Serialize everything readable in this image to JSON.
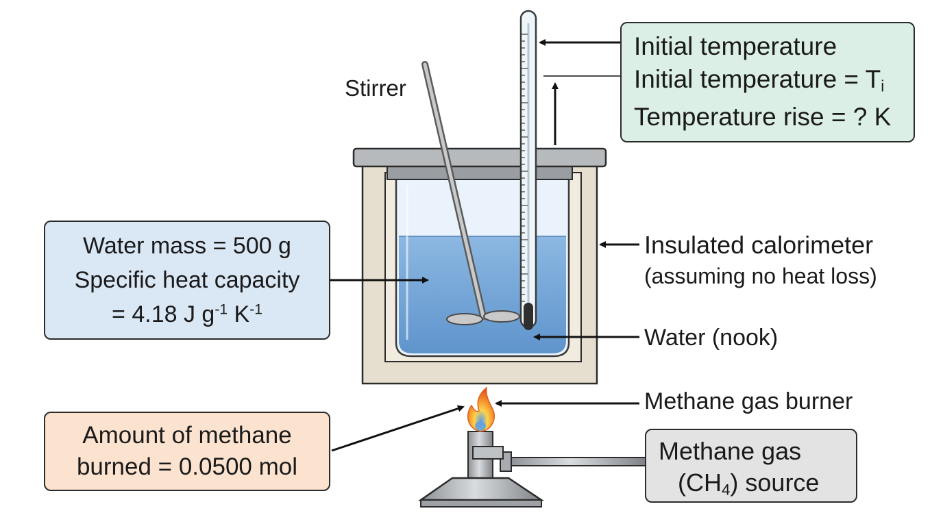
{
  "temperature_box": {
    "line1": "Initial temperature",
    "line2_prefix": "Initial temperature = T",
    "line2_sub": "i",
    "line3": "Temperature rise = ? K"
  },
  "stirrer_label": "Stirrer",
  "insulated": {
    "line1": "Insulated calorimeter",
    "line2": "(assuming no heat loss)"
  },
  "water_label": "Water (nook)",
  "burner_label": "Methane gas burner",
  "water_box": {
    "line1": "Water mass = 500 g",
    "line2": "Specific heat capacity",
    "line3_prefix": "= 4.18 J g",
    "line3_exp1": "-1",
    "line3_mid": " K",
    "line3_exp2": "-1"
  },
  "methane_box": {
    "line1": "Amount of methane",
    "line2": "burned = 0.0500 mol"
  },
  "source_box": {
    "line1": "Methane gas",
    "line2_prefix": "(CH",
    "line2_sub": "4",
    "line2_suffix": ") source"
  },
  "colors": {
    "temperature_box": "#dcefe6",
    "water_box": "#dae7f5",
    "methane_box": "#fbe3cf",
    "source_box": "#e3e3e3",
    "water": "#7aa9d8",
    "insulation": "#e6dfcf",
    "flame": "#f08a2a"
  }
}
